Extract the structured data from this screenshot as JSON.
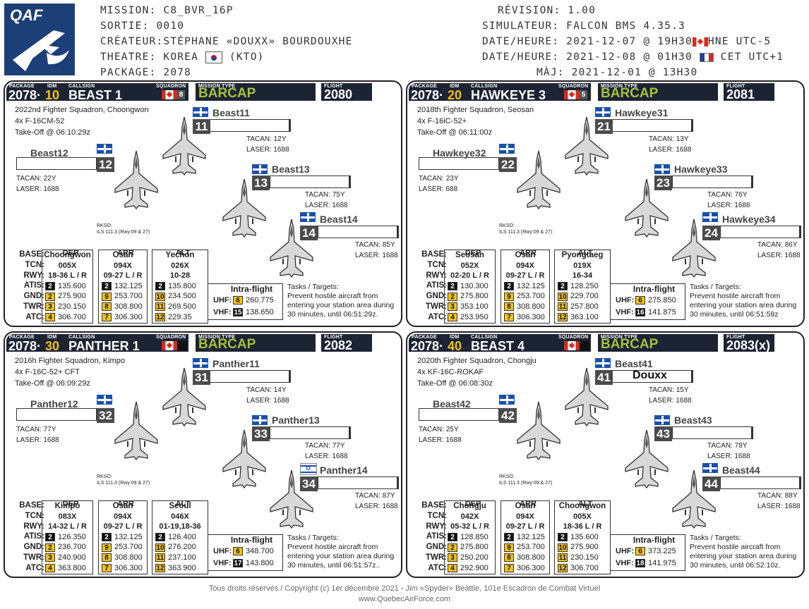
{
  "logo_text": "QAF",
  "header": {
    "left": [
      {
        "label": "MISSION:",
        "value": "C8_BVR_16P"
      },
      {
        "label": "SORTIE:",
        "value": "0010"
      },
      {
        "label": "CRÉATEUR:",
        "value": "STÉPHANE «DOUXX» BOURDOUXHE"
      },
      {
        "label": "THEATRE:",
        "value": "KOREA",
        "value2": "(KTO)"
      },
      {
        "label": "PACKAGE:",
        "value": "2078"
      }
    ],
    "right": [
      {
        "label": "RÉVISION:",
        "value": "1.00"
      },
      {
        "label": "SIMULATEUR:",
        "value": "FALCON BMS 4.35.3"
      },
      {
        "label": "DATE/HEURE:",
        "value": "2021-12-07 @ 19H30",
        "zone": "HNE UTC-5"
      },
      {
        "label": "DATE/HEURE:",
        "value": "2021-12-08 @ 01H30",
        "zone": "CET UTC+1"
      },
      {
        "label": "MÀJ:",
        "value": "2021-12-01 @ 13H30"
      }
    ]
  },
  "labels": {
    "package": "PACKAGE",
    "idm": "IDM",
    "callsign": "CALLSIGN",
    "squadron": "SQUADRON",
    "mission_type": "MISSION TYPE",
    "flight": "FLIGHT",
    "dep": "DEP",
    "arr": "ARR",
    "alt": "ALT",
    "base": "BASE:",
    "tcn": "TCN:",
    "rwy": "RWY:",
    "atis": "ATIS:",
    "gnd": "GND:",
    "twr": "TWR:",
    "atc": "ATC:",
    "intra": "Intra-flight",
    "uhf": "UHF:",
    "vhf": "VHF:",
    "rkso1": "RKSO:",
    "rkso2": "ILS 111.3 (Rwy:09 & 27)"
  },
  "cards": [
    {
      "pkg": "2078·",
      "idm": "10",
      "callsign": "BEAST 1",
      "sqn_num": "8",
      "mission_type": "BARCAP",
      "flight": "2080",
      "sq_lines": [
        "2022nd Fighter Squadron, Choongwon",
        "4x F-16CM-52",
        "Take-Off @ 06:10:29z"
      ],
      "members": [
        {
          "num": "11",
          "name": "Beast11",
          "pilot": "",
          "tacan": "TACAN: 12Y",
          "laser": "LASER: 1688"
        },
        {
          "num": "12",
          "name": "Beast12",
          "pilot": "",
          "tacan": "TACAN: 22Y",
          "laser": "LASER: 1688"
        },
        {
          "num": "13",
          "name": "Beast13",
          "pilot": "",
          "tacan": "TACAN: 75Y",
          "laser": "LASER: 1688"
        },
        {
          "num": "14",
          "name": "Beast14",
          "pilot": "",
          "tacan": "TACAN: 85Y",
          "laser": "LASER: 1688"
        }
      ],
      "airports": [
        {
          "base": "Choongwon",
          "tcn": "005X",
          "rwy": "18-36 L / R",
          "freqs": [
            "135.600",
            "275.900",
            "230.150",
            "306.700"
          ],
          "chans": [
            "2",
            "2",
            "3",
            "4"
          ]
        },
        {
          "base": "Osan",
          "tcn": "094X",
          "rwy": "09-27 L / R",
          "freqs": [
            "132.125",
            "253.700",
            "308.800",
            "306.300"
          ],
          "chans": [
            "2",
            "9",
            "8",
            "7"
          ]
        },
        {
          "base": "Yechon",
          "tcn": "026X",
          "rwy": "10-28",
          "freqs": [
            "135.800",
            "234.500",
            "269.500",
            "229.35"
          ],
          "chans": [
            "2",
            "10",
            "11",
            "12"
          ]
        }
      ],
      "intra": {
        "uhf_ch": "6",
        "uhf": "260.775",
        "vhf_ch": "15",
        "vhf": "138.650"
      },
      "tasks": "Tasks / Targets:\nPrevent hostile aircraft from entering your station area during 30 minutes, until 06:51:29z."
    },
    {
      "pkg": "2078·",
      "idm": "20",
      "callsign": "HAWKEYE 3",
      "sqn_num": "5",
      "mission_type": "BARCAP",
      "flight": "2081",
      "sq_lines": [
        "2018th Fighter Squadron, Seosan",
        "4x F-16iC-52+",
        "Take-Off @ 06:11:00z"
      ],
      "members": [
        {
          "num": "21",
          "name": "Hawkeye31",
          "pilot": "",
          "tacan": "TACAN: 13Y",
          "laser": "LASER: 1688"
        },
        {
          "num": "22",
          "name": "Hawkeye32",
          "pilot": "",
          "tacan": "TACAN: 23Y",
          "laser": "LASER: 688"
        },
        {
          "num": "23",
          "name": "Hawkeye33",
          "pilot": "",
          "tacan": "TACAN: 76Y",
          "laser": "LASER: 1688"
        },
        {
          "num": "24",
          "name": "Hawkeye34",
          "pilot": "",
          "tacan": "TACAN: 86Y",
          "laser": "LASER: 1688"
        }
      ],
      "airports": [
        {
          "base": "Seosan",
          "tcn": "052X",
          "rwy": "02-20 L / R",
          "freqs": [
            "130.300",
            "275.800",
            "353.100",
            "253.950"
          ],
          "chans": [
            "2",
            "2",
            "3",
            "4"
          ]
        },
        {
          "base": "Osan",
          "tcn": "094X",
          "rwy": "09-27 L / R",
          "freqs": [
            "132.125",
            "253.700",
            "308.800",
            "306.300"
          ],
          "chans": [
            "2",
            "9",
            "8",
            "7"
          ]
        },
        {
          "base": "Pyongtaeg",
          "tcn": "019X",
          "rwy": "16-34",
          "freqs": [
            "128.250",
            "229.700",
            "257.800",
            "363.100"
          ],
          "chans": [
            "2",
            "10",
            "11",
            "12"
          ]
        }
      ],
      "intra": {
        "uhf_ch": "6",
        "uhf": "275.850",
        "vhf_ch": "16",
        "vhf": "141.875"
      },
      "tasks": "Tasks / Targets:\nPrevent hostile aircraft from entering your station area during 30 minutes, until 06:51:59z"
    },
    {
      "pkg": "2078·",
      "idm": "30",
      "callsign": "PANTHER 1",
      "sqn_num": "",
      "mission_type": "BARCAP",
      "flight": "2082",
      "sq_lines": [
        "2016h Fighter Squadron, Kimpo",
        "4x F-16C-52+ CFT",
        "Take-Off @ 06:09:29z"
      ],
      "members": [
        {
          "num": "31",
          "name": "Panther11",
          "pilot": "",
          "tacan": "TACAN: 14Y",
          "laser": "LASER: 1688"
        },
        {
          "num": "32",
          "name": "Panther12",
          "pilot": "",
          "tacan": "TACAN: 77Y",
          "laser": "LASER: 1688"
        },
        {
          "num": "33",
          "name": "Panther13",
          "pilot": "",
          "tacan": "TACAN: 77Y",
          "laser": "LASER: 1688"
        },
        {
          "num": "34",
          "name": "Panther14",
          "pilot": "",
          "tacan": "TACAN: 87Y",
          "laser": "LASER: 1688"
        }
      ],
      "airports": [
        {
          "base": "Kimpo",
          "tcn": "083X",
          "rwy": "14-32 L / R",
          "freqs": [
            "126.350",
            "236.700",
            "240.900",
            "363.800"
          ],
          "chans": [
            "2",
            "2",
            "3",
            "4"
          ]
        },
        {
          "base": "Osan",
          "tcn": "094X",
          "rwy": "09-27 L / R",
          "freqs": [
            "132.125",
            "253.700",
            "308.800",
            "306.300"
          ],
          "chans": [
            "2",
            "9",
            "8",
            "7"
          ]
        },
        {
          "base": "Seoul",
          "tcn": "046X",
          "rwy": "01-19,18-36",
          "freqs": [
            "126.400",
            "276.200",
            "237.100",
            "363.900"
          ],
          "chans": [
            "2",
            "10",
            "11",
            "12"
          ]
        }
      ],
      "intra": {
        "uhf_ch": "6",
        "uhf": "348.700",
        "vhf_ch": "17",
        "vhf": "143.800"
      },
      "tasks": "Tasks / Targets:\nPrevent hostile aircraft from entering your station area during 30 minutes, until 06:51:57z.."
    },
    {
      "pkg": "2078·",
      "idm": "40",
      "callsign": "BEAST 4",
      "sqn_num": "",
      "mission_type": "BARCAP",
      "flight": "2083(x)",
      "sq_lines": [
        "2020th Fighter Squadron, Chongju",
        "4x KF-16C-ROKAF",
        "Take-Off @ 06:08:30z"
      ],
      "members": [
        {
          "num": "41",
          "name": "Beast41",
          "pilot": "Douxx",
          "tacan": "TACAN: 15Y",
          "laser": "LASER: 1688"
        },
        {
          "num": "42",
          "name": "Beast42",
          "pilot": "",
          "tacan": "TACAN: 25Y",
          "laser": "LASER: 1688"
        },
        {
          "num": "43",
          "name": "Beast43",
          "pilot": "",
          "tacan": "TACAN: 78Y",
          "laser": "LASER: 1688"
        },
        {
          "num": "44",
          "name": "Beast44",
          "pilot": "",
          "tacan": "TACAN: 88Y",
          "laser": "LASER: 1688"
        }
      ],
      "airports": [
        {
          "base": "Chongju",
          "tcn": "042X",
          "rwy": "05-32 L / R",
          "freqs": [
            "128.850",
            "275.800",
            "250.200",
            "292.900"
          ],
          "chans": [
            "2",
            "2",
            "3",
            "4"
          ]
        },
        {
          "base": "Osan",
          "tcn": "094X",
          "rwy": "09-27 L / R",
          "freqs": [
            "132.125",
            "253.700",
            "308.800",
            "306.300"
          ],
          "chans": [
            "2",
            "9",
            "8",
            "7"
          ]
        },
        {
          "base": "Choongwon",
          "tcn": "005X",
          "rwy": "18-36 L / R",
          "freqs": [
            "135.600",
            "275.900",
            "230.150",
            "306.700"
          ],
          "chans": [
            "2",
            "10",
            "11",
            "12"
          ]
        }
      ],
      "intra": {
        "uhf_ch": "6",
        "uhf": "373.225",
        "vhf_ch": "18",
        "vhf": "141.975"
      },
      "tasks": "Tasks / Targets:\nPrevent hostile aircraft from entering your station area during 30 minutes, until 06:52:10z."
    }
  ],
  "footer": {
    "line1": "Tous droits réservés / Copyright (c) 1er décembre 2021 - Jim «Spyder» Beattie, 101e Escadron de Combat Virtuel",
    "line2": "www.QuebecAirForce.com"
  }
}
